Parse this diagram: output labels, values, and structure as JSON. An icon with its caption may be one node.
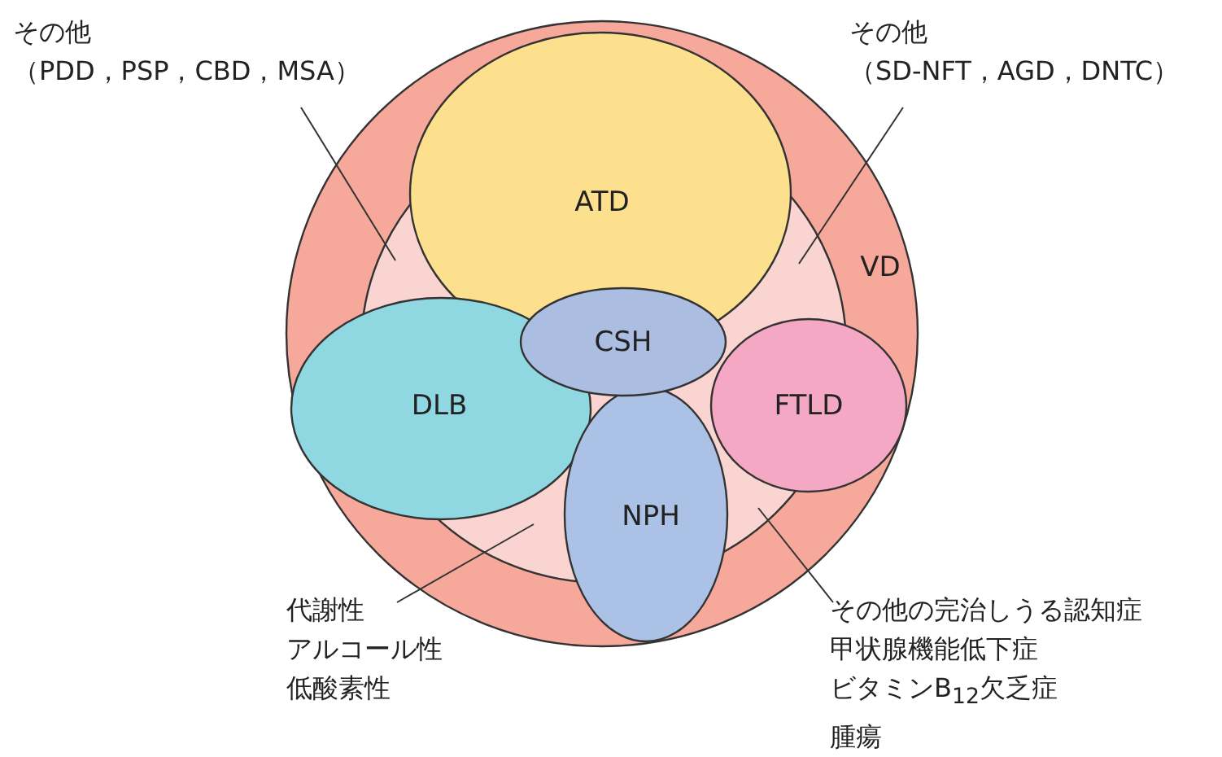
{
  "diagram": {
    "nodes": [
      {
        "text": [
          "VD"
        ]
      },
      {
        "text": [],
        "shape": "circle",
        "in": 0
      },
      {
        "text": [
          "ATD"
        ],
        "in": 0
      },
      {
        "text": [
          "DLB"
        ],
        "in": 0
      },
      {
        "text": [
          "CSH"
        ],
        "in": 1
      },
      {
        "text": [
          "FTLD"
        ],
        "in": 0
      },
      {
        "text": [
          "NPH"
        ],
        "in": 0
      },
      {
        "text": [
          "その他",
          "（PDD，PSP，CBD，MSA）"
        ]
      },
      {
        "text": [
          "その他",
          "（SD-NFT，AGD，DNTC）"
        ]
      },
      {
        "text": [
          "代謝性",
          "アルコール性",
          "低酸素性"
        ]
      },
      {
        "text": [
          "その他の完治しうる認知症",
          "甲状腺機能低下症",
          "ビタミンB$_{12}$欠乏症",
          "腫瘍"
        ]
      }
    ],
    "edges": [
      {
        "from": 7,
        "to": 1,
        "arrow": "none"
      },
      {
        "from": 8,
        "to": 1,
        "arrow": "none"
      },
      {
        "from": 9,
        "to": 1,
        "arrow": "none"
      },
      {
        "from": 10,
        "to": 1,
        "arrow": "none"
      }
    ]
  }
}
